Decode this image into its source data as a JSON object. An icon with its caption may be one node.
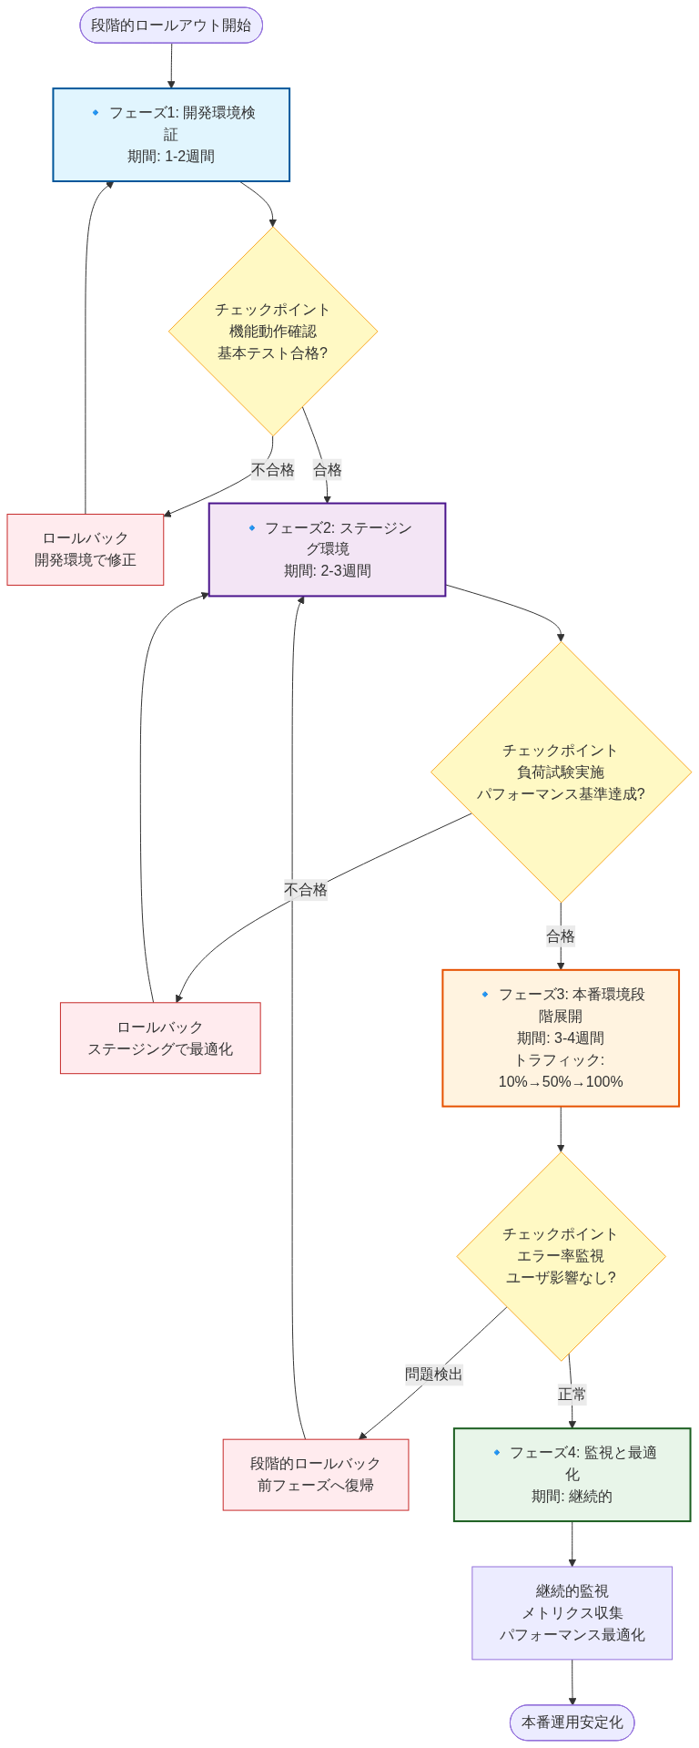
{
  "diagram": {
    "nodes": [
      {
        "text": [
          "段階的ロールアウト開始"
        ]
      },
      {
        "text": [
          "🔹 フェーズ1: 開発環境検証",
          "期間: 1-2週間"
        ]
      },
      {
        "text": [
          "チェックポイント",
          "機能動作確認",
          "基本テスト合格?"
        ]
      },
      {
        "text": [
          "ロールバック",
          "開発環境で修正"
        ]
      },
      {
        "text": [
          "🔹 フェーズ2: ステージング環境",
          "期間: 2-3週間"
        ]
      },
      {
        "text": [
          "チェックポイント",
          "負荷試験実施",
          "パフォーマンス基準達成?"
        ]
      },
      {
        "text": [
          "ロールバック",
          "ステージングで最適化"
        ]
      },
      {
        "text": [
          "🔹 フェーズ3: 本番環境段階展開",
          "期間: 3-4週間",
          "トラフィック: 10%→50%→100%"
        ]
      },
      {
        "text": [
          "チェックポイント",
          "エラー率監視",
          "ユーザ影響なし?"
        ]
      },
      {
        "text": [
          "段階的ロールバック",
          "前フェーズへ復帰"
        ]
      },
      {
        "text": [
          "🔹 フェーズ4: 監視と最適化",
          "期間: 継続的"
        ]
      },
      {
        "text": [
          "継続的監視",
          "メトリクス収集",
          "パフォーマンス最適化"
        ]
      },
      {
        "text": [
          "本番運用安定化"
        ]
      }
    ],
    "edges": [
      {
        "from": 0,
        "to": 1,
        "arrow": "to"
      },
      {
        "from": 1,
        "to": 2,
        "arrow": "to"
      },
      {
        "from": 2,
        "to": 3,
        "label": "不合格",
        "arrow": "to"
      },
      {
        "from": 2,
        "to": 4,
        "label": "合格",
        "arrow": "to"
      },
      {
        "from": 3,
        "to": 1,
        "arrow": "to"
      },
      {
        "from": 4,
        "to": 5,
        "arrow": "to"
      },
      {
        "from": 5,
        "to": 6,
        "label": "不合格",
        "arrow": "to"
      },
      {
        "from": 5,
        "to": 7,
        "label": "合格",
        "arrow": "to"
      },
      {
        "from": 6,
        "to": 4,
        "arrow": "to"
      },
      {
        "from": 7,
        "to": 8,
        "arrow": "to"
      },
      {
        "from": 8,
        "to": 9,
        "label": "問題検出",
        "arrow": "to"
      },
      {
        "from": 8,
        "to": 10,
        "label": "正常",
        "arrow": "to"
      },
      {
        "from": 9,
        "to": 4,
        "arrow": "to"
      },
      {
        "from": 10,
        "to": 11,
        "arrow": "to"
      },
      {
        "from": 11,
        "to": 12,
        "arrow": "to"
      }
    ]
  }
}
